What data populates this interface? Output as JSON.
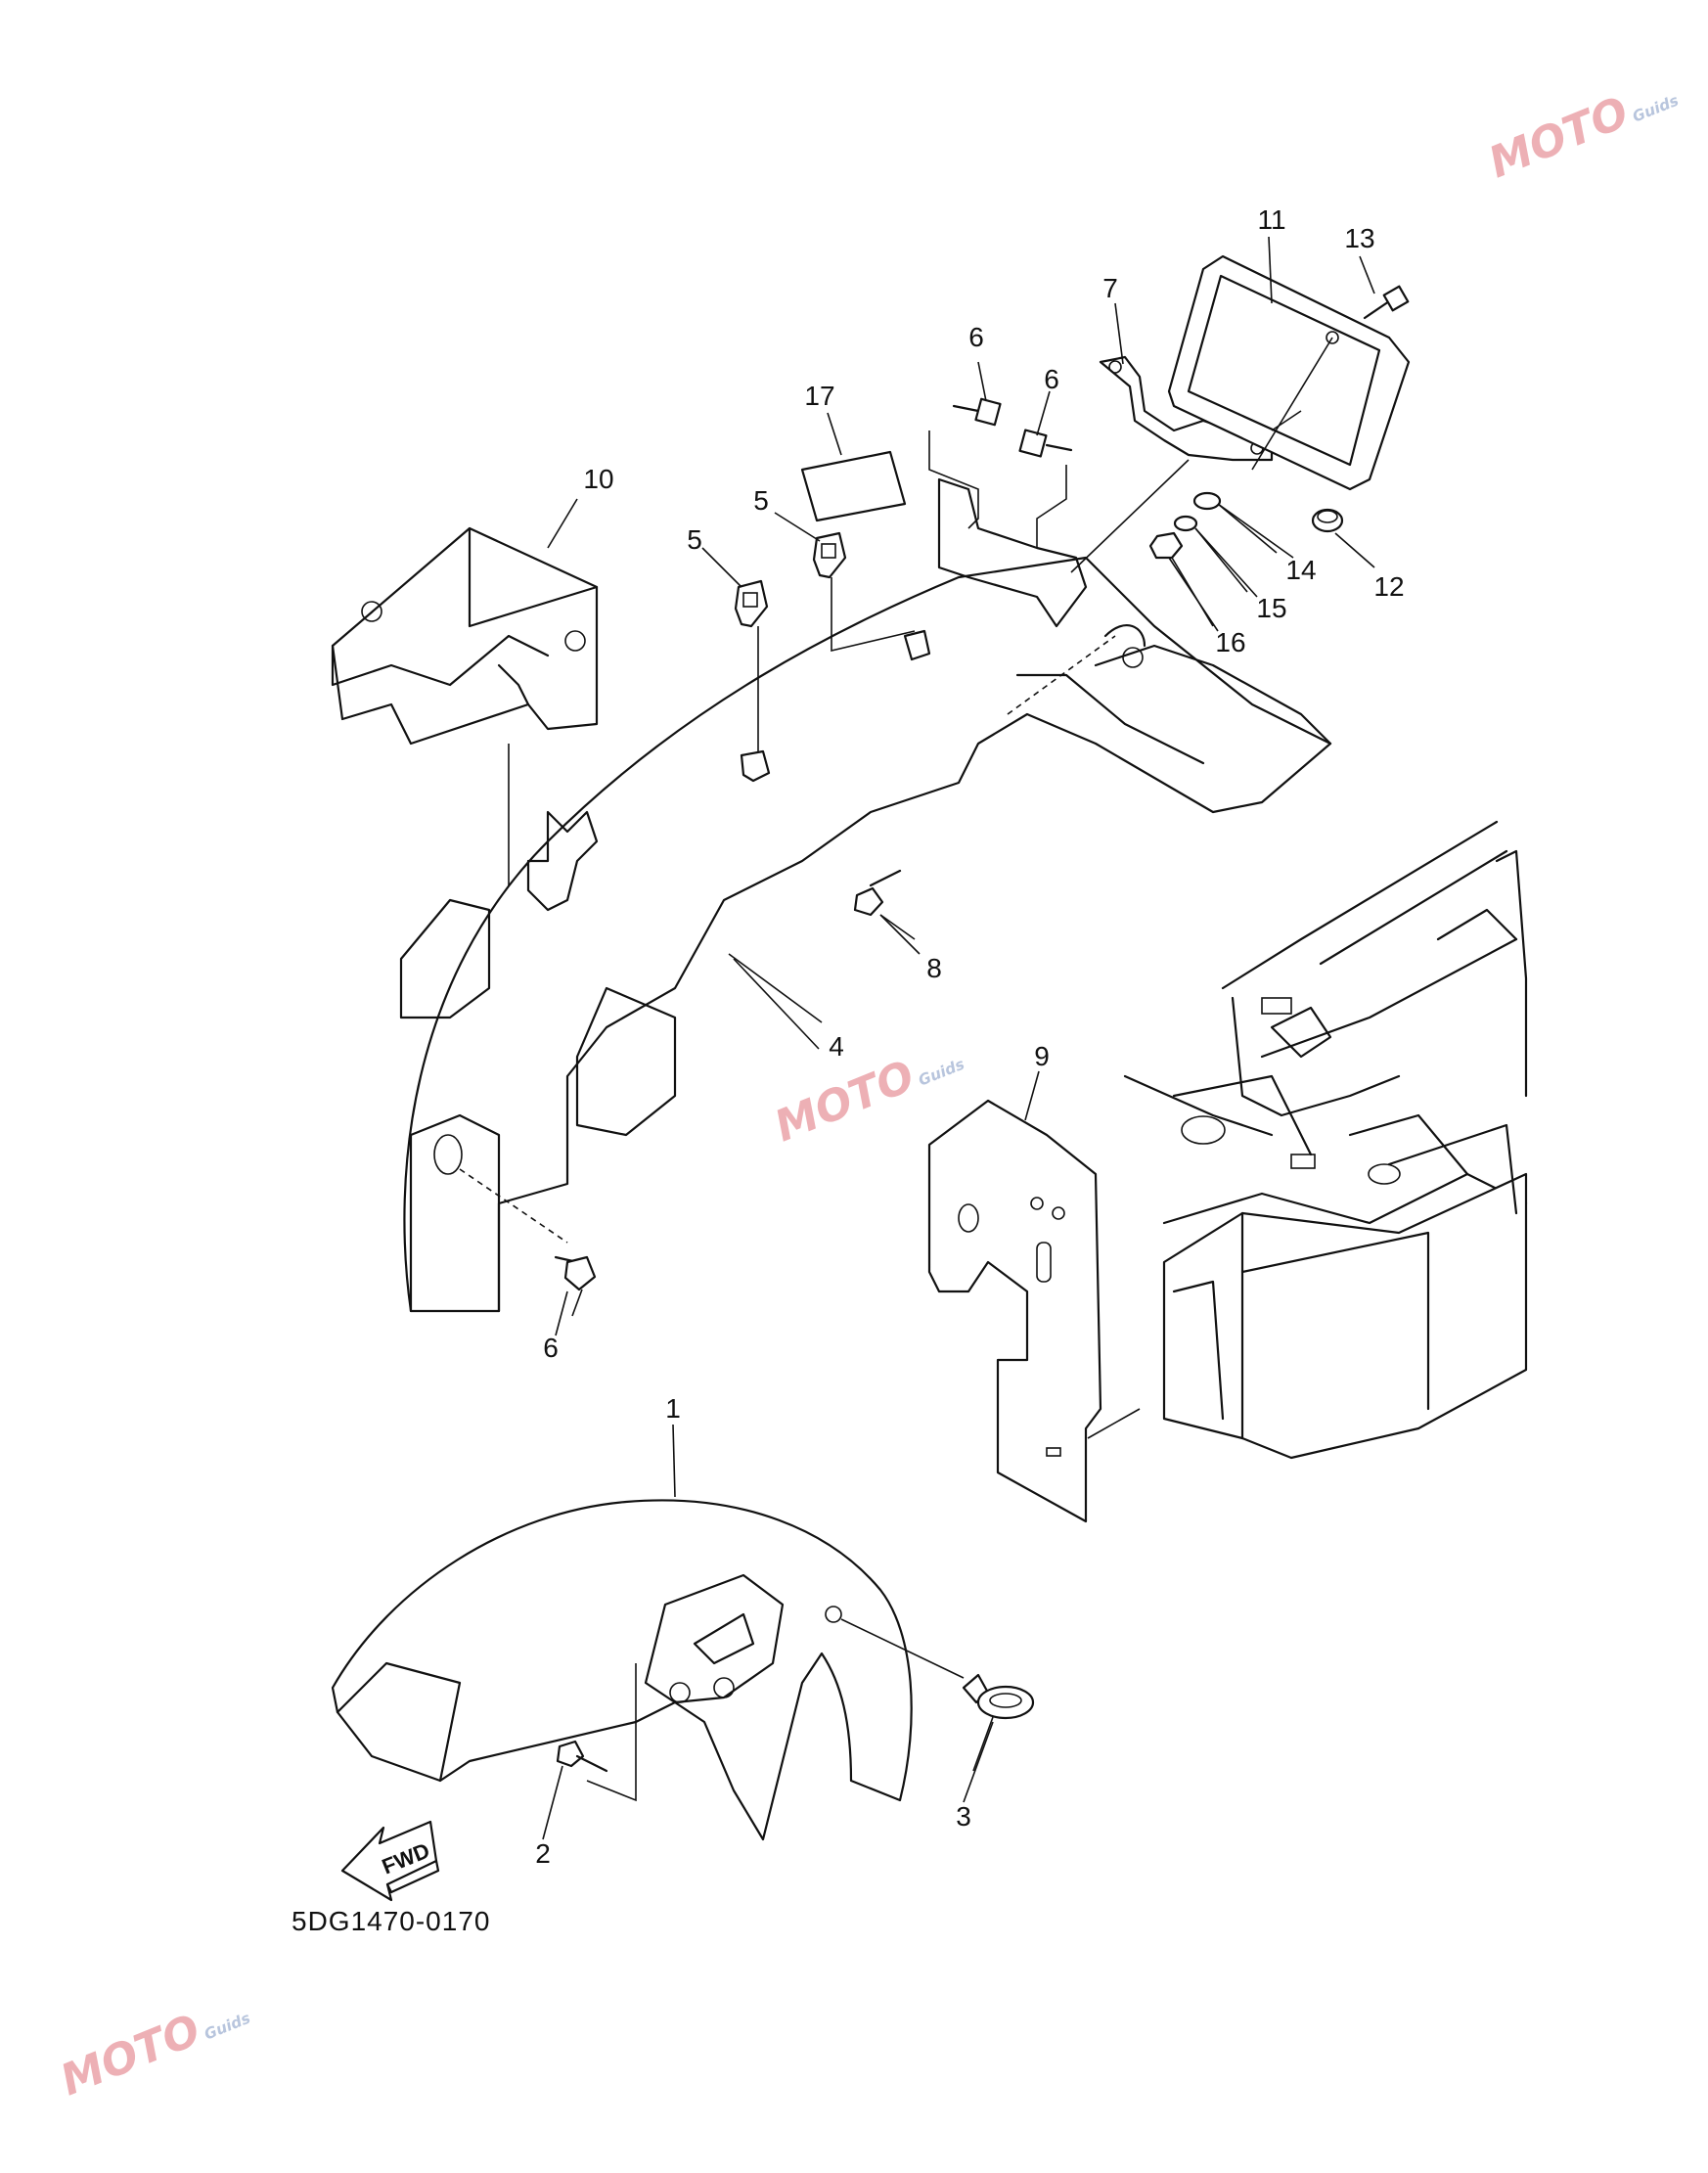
{
  "diagram": {
    "part_number_code": "5DG1470-0170",
    "fwd_label": "FWD",
    "callouts": [
      "1",
      "2",
      "3",
      "4",
      "5",
      "5",
      "6",
      "6",
      "6",
      "7",
      "8",
      "9",
      "10",
      "11",
      "12",
      "13",
      "14",
      "15",
      "16",
      "17"
    ]
  },
  "watermark": {
    "main": "MOTO",
    "sub": "Guids",
    "accent_color": "#e0707a",
    "secondary_color": "#8aa0c8"
  }
}
